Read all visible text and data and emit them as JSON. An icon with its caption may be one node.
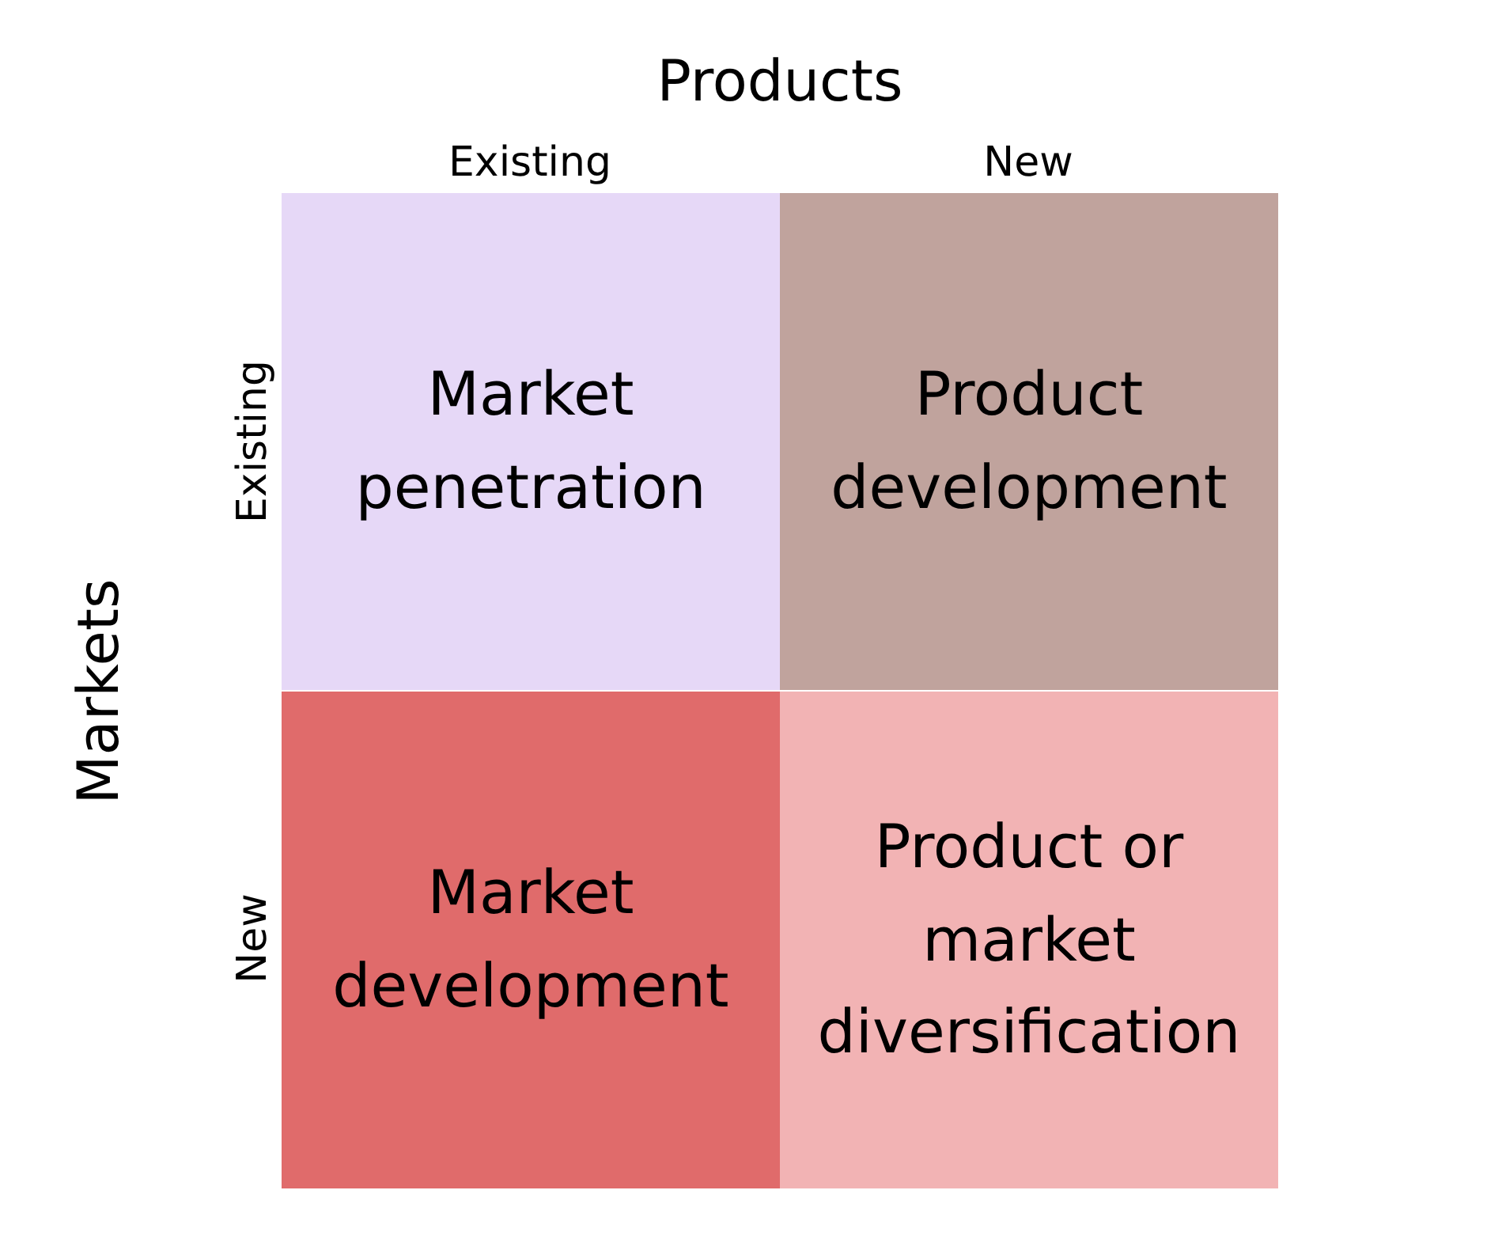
{
  "diagram": {
    "nodes": [
      {
        "text": [
          "Market penetration"
        ]
      },
      {
        "text": [
          "Product development"
        ]
      },
      {
        "text": [
          "Market development"
        ]
      },
      {
        "text": [
          "Product or market diversification"
        ]
      }
    ],
    "labels": [
      "Products",
      "Existing",
      "New",
      "Markets",
      "Existing",
      "New"
    ]
  }
}
